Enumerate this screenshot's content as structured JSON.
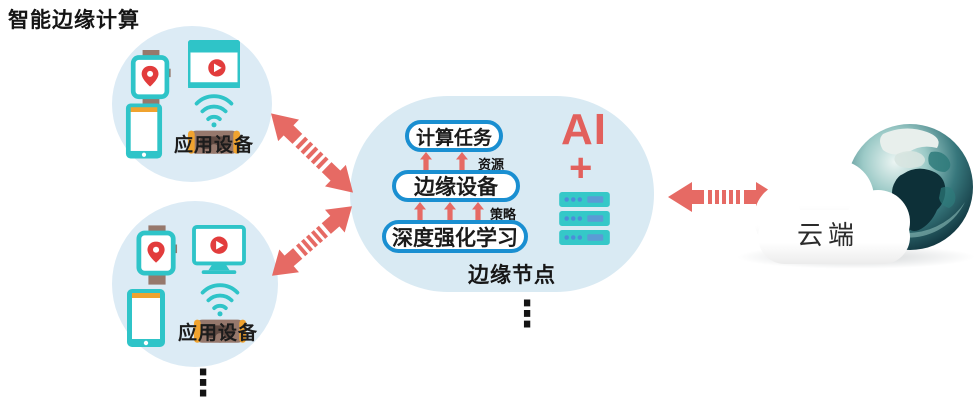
{
  "title": "智能边缘计算",
  "device_groups": [
    {
      "label": "应用设备"
    },
    {
      "label": "应用设备"
    }
  ],
  "edge_node": {
    "task_pill": "计算任务",
    "device_pill": "边缘设备",
    "learning_pill": "深度强化学习",
    "resource_label": "资源",
    "policy_label": "策略",
    "ai_label": "AI",
    "plus_label": "+",
    "node_label": "边缘节点"
  },
  "cloud": {
    "label": "云端"
  },
  "more_indicator": "⋮",
  "colors": {
    "bubble_fill": "#dcebf5",
    "ellipse_fill": "#d9eaf3",
    "pill_border": "#1a8fd1",
    "arrow_salmon": "#e66a64",
    "ai_red": "#e2605c",
    "icon_teal": "#2fc4c8",
    "server_teal": "#35c8c8",
    "server_blue": "#4a8fd8",
    "accent_orange": "#f0a32f",
    "strap_brown": "#96786c"
  }
}
